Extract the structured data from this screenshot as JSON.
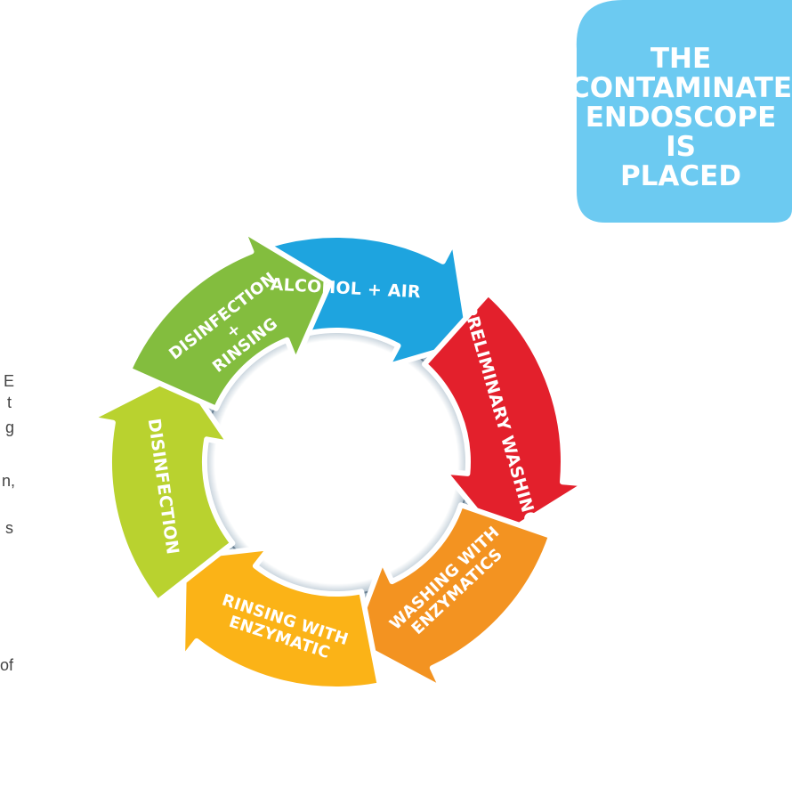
{
  "start_box": {
    "lines": [
      "THE",
      "CONTAMINATED",
      "ENDOSCOPE IS",
      "PLACED"
    ],
    "color": "#6ccaf1"
  },
  "cycle_steps": [
    {
      "lines": [
        "ALCOHOL + AIR"
      ],
      "color": "#1ea4df"
    },
    {
      "lines": [
        "PRELIMINARY WASHING"
      ],
      "color": "#e3202c"
    },
    {
      "lines": [
        "WASHING WITH",
        "ENZYMATICS"
      ],
      "color": "#f39321"
    },
    {
      "lines": [
        "RINSING WITH",
        "ENZYMATIC"
      ],
      "color": "#fbb317"
    },
    {
      "lines": [
        "DISINFECTION"
      ],
      "color": "#b9d22f"
    },
    {
      "lines": [
        "DISINFECTION",
        "+",
        "RINSING"
      ],
      "color": "#83bd3e"
    }
  ],
  "side_text_fragments": [
    "E",
    "t",
    "g",
    "n,",
    "s",
    "of"
  ]
}
